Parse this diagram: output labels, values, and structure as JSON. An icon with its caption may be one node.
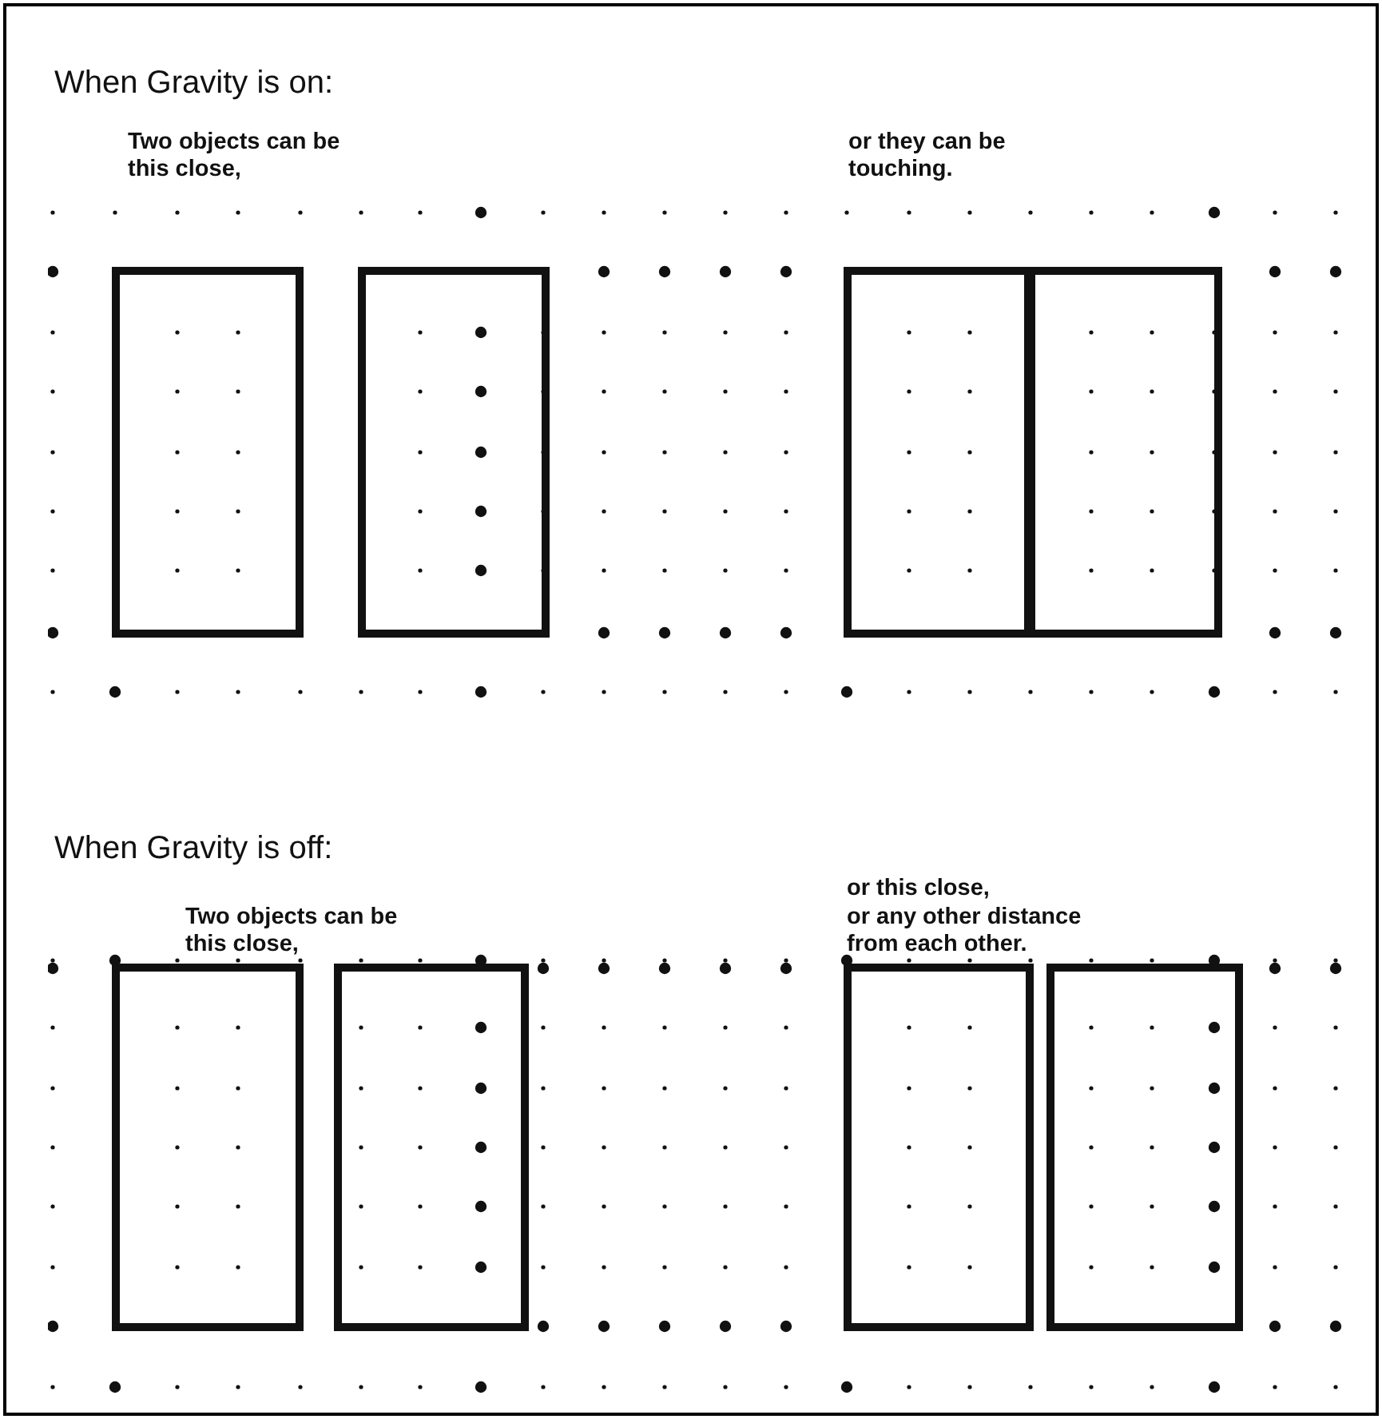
{
  "diagram": {
    "nodes": [
      {
        "text": [],
        "shape": "box"
      },
      {
        "text": [],
        "shape": "box"
      },
      {
        "text": [],
        "shape": "box"
      },
      {
        "text": [],
        "shape": "box"
      },
      {
        "text": [],
        "shape": "box"
      },
      {
        "text": [],
        "shape": "box"
      },
      {
        "text": [],
        "shape": "box"
      },
      {
        "text": [],
        "shape": "box"
      }
    ],
    "labels": [
      "When Gravity is on:",
      "Two objects can be this close,",
      "or they can be touching.",
      "When Gravity is off:",
      "Two objects can be this close,",
      "or this close,",
      "or any other distance from each other."
    ]
  }
}
